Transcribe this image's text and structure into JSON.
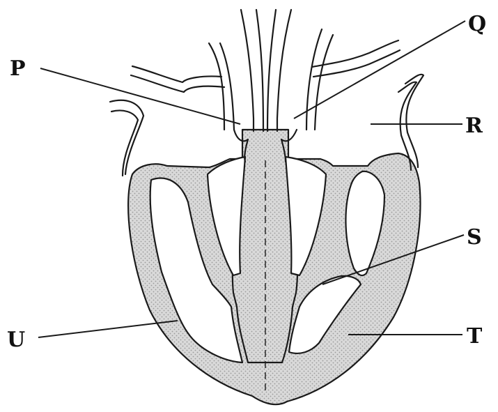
{
  "diagram": {
    "labels": {
      "P": "P",
      "Q": "Q",
      "R": "R",
      "S": "S",
      "T": "T",
      "U": "U"
    },
    "colors": {
      "line": "#1a1a1a",
      "muscle_base": "#d9d9d9",
      "muscle_dot": "#9a9a9a",
      "background": "#ffffff"
    }
  }
}
